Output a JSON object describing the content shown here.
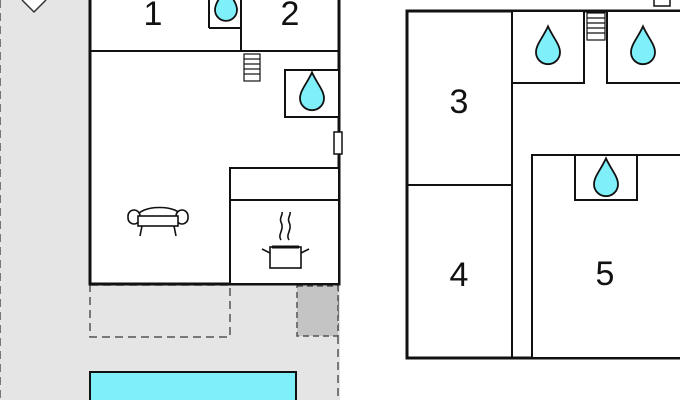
{
  "colors": {
    "wall": "#111111",
    "terrace": "#e5e5e5",
    "pool": "#7ff0fa",
    "water_drop": "#7ff0fa",
    "shed": "#c4c4c4"
  },
  "rooms": [
    {
      "number": "1",
      "type": "bedroom"
    },
    {
      "number": "2",
      "type": "bedroom"
    },
    {
      "number": "3",
      "type": "bedroom"
    },
    {
      "number": "4",
      "type": "bedroom"
    },
    {
      "number": "5",
      "type": "bedroom"
    }
  ],
  "icons": {
    "bathroom": "water-drop-icon",
    "living": "sofa-icon",
    "kitchen": "cooking-pot-icon",
    "stairs": "stairs-icon",
    "door": "door-icon"
  }
}
